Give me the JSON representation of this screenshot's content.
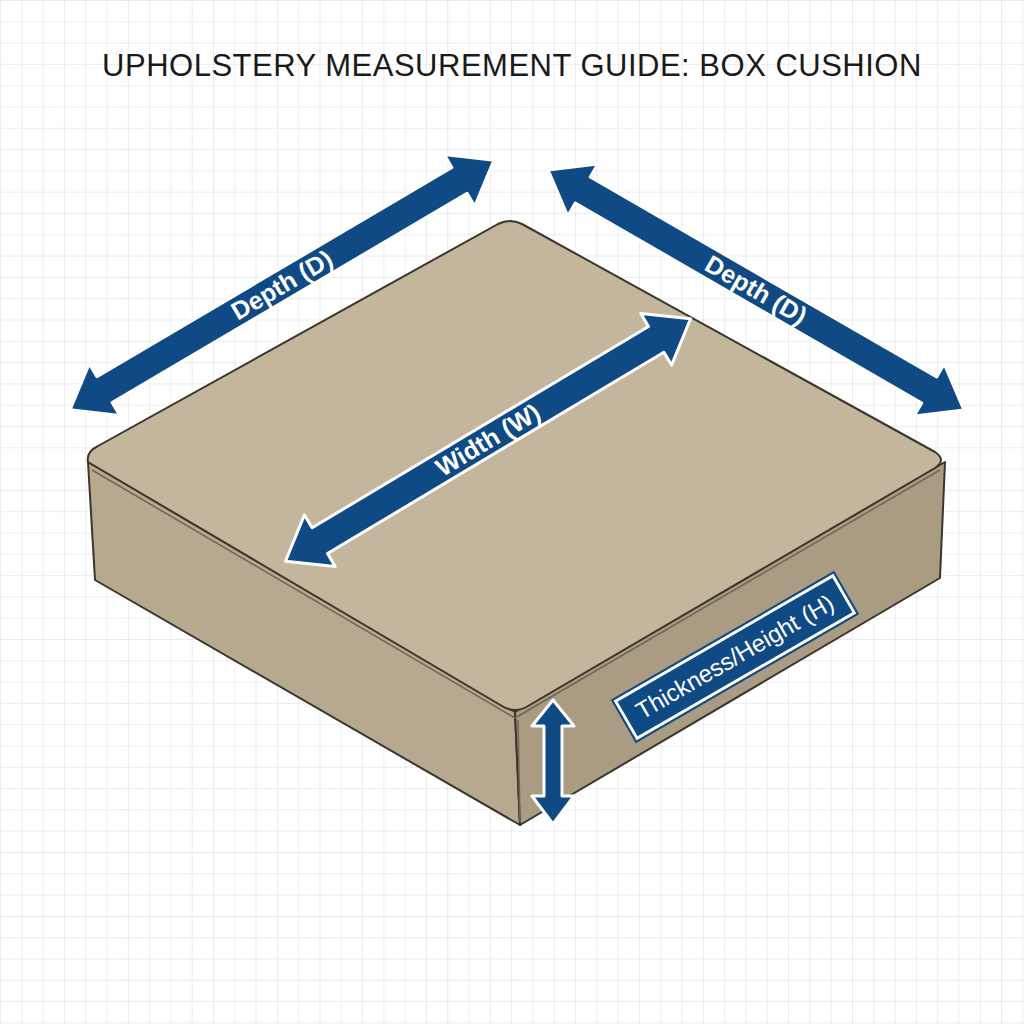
{
  "diagram": {
    "title": "UPHOLSTERY MEASUREMENT GUIDE: BOX CUSHION",
    "labels": [
      "Depth (D)",
      "Width (W)",
      "Depth (D)",
      "Thickness/Height (H)"
    ]
  }
}
